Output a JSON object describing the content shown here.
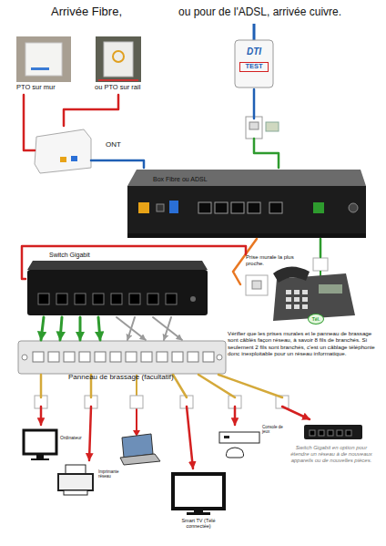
{
  "diagram": {
    "nodes": [
      {
        "text": [
          "PTO sur mur"
        ]
      },
      {
        "text": [
          "ou PTO sur rail"
        ]
      },
      {
        "text": [
          "DTI",
          "TEST"
        ]
      },
      {
        "text": [
          "ONT"
        ]
      },
      {
        "text": [
          "Box Fibre ou ADSL"
        ]
      },
      {
        "text": [
          "Prise murale la plus proche."
        ]
      },
      {
        "text": [
          "Switch Gigabit"
        ]
      },
      {
        "text": [
          "Tél."
        ]
      },
      {
        "text": [
          "Panneau de brassage (facultatif)"
        ]
      },
      {
        "text": [
          "Ordinateur"
        ]
      },
      {
        "text": [
          "Imprimante réseau"
        ]
      },
      {
        "text": [
          "Smart TV (Télé connectée)"
        ]
      },
      {
        "text": [
          "Console de jeux"
        ]
      },
      {
        "text": [
          "Switch Gigabit en option pour étendre un réseau à de nouveaux appareils ou de nouvelles pièces."
        ]
      }
    ],
    "edges": [
      {
        "from": 0,
        "to": 3,
        "arrow": "none"
      },
      {
        "from": 1,
        "to": 3,
        "arrow": "none"
      },
      {
        "from": 3,
        "to": 4,
        "arrow": "none"
      },
      {
        "from": 2,
        "to": 4,
        "arrow": "none"
      },
      {
        "from": 4,
        "to": 5,
        "arrow": "none"
      },
      {
        "from": 5,
        "to": 6,
        "arrow": "none"
      },
      {
        "from": 4,
        "to": 7,
        "arrow": "none"
      },
      {
        "from": 6,
        "to": 8,
        "arrow": "to"
      },
      {
        "from": 8,
        "to": 9,
        "arrow": "to"
      },
      {
        "from": 8,
        "to": 10,
        "arrow": "to"
      },
      {
        "from": 8,
        "to": 11,
        "arrow": "to"
      },
      {
        "from": 8,
        "to": 12,
        "arrow": "to"
      },
      {
        "from": 8,
        "to": 13,
        "arrow": "to"
      }
    ],
    "labels": [
      "Arrivée Fibre,",
      "ou pour de l'ADSL, arrivée cuivre.",
      "Vérifier que les prises murales et le panneau de brassage sont câblés façon réseau, à savoir 8 fils de branchés. Si seulement 2 fils sont branchés, c'est un câblage téléphonie donc inexploitable pour un réseau informatique."
    ]
  }
}
